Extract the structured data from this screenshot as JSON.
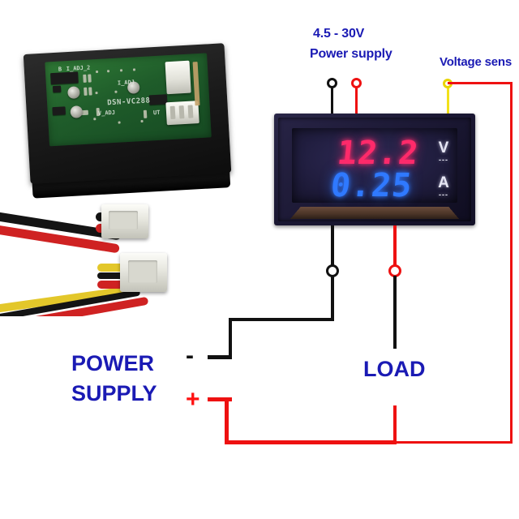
{
  "diagram": {
    "title_visible": false,
    "background_color": "#ffffff",
    "label_color": "#1a1ab4"
  },
  "power_supply_source": {
    "line1": "4.5 - 30V",
    "line2": "Power supply",
    "negative_terminal_color": "#111111",
    "positive_terminal_color": "#ee1111"
  },
  "voltage_sense": {
    "label": "Voltage sens",
    "wire_color": "#f2e11a",
    "sense_line_color": "#ee1111"
  },
  "meter": {
    "voltage_value": "12.2",
    "voltage_unit": "V",
    "voltage_unit_sub": "---",
    "voltage_color": "#ff2a6a",
    "current_value": "0.25",
    "current_unit": "A",
    "current_unit_sub": "---",
    "current_color": "#2f79ff",
    "bezel_color": "#1b1833"
  },
  "load": {
    "label": "LOAD"
  },
  "power_supply_load_side": {
    "line1": "POWER",
    "line2": "SUPPLY",
    "negative_sign": "-",
    "positive_sign": "+",
    "negative_color": "#111111",
    "positive_color": "#ff1111"
  },
  "pcb_photo": {
    "part_number": "DSN-VC288",
    "silkscreen_i_adj": "I_ADJ",
    "silkscreen_i_adj_2": "I_ADJ_2",
    "silkscreen_v_adj": "V_ADJ",
    "silkscreen_ut": "UT",
    "silkscreen_b": "B"
  }
}
